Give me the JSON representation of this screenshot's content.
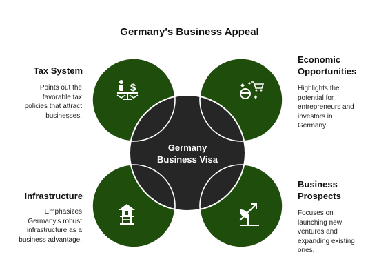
{
  "title": "Germany's Business Appeal",
  "center": {
    "line1": "Germany",
    "line2": "Business Visa"
  },
  "colors": {
    "quadrant": "#1f4d0b",
    "center": "#262626",
    "stroke": "#ffffff",
    "text": "#111111"
  },
  "items": [
    {
      "heading": "Tax System",
      "description_lines": [
        "Points out the",
        "favorable tax",
        "policies that attract",
        "businesses."
      ],
      "icon": "tax-scale-icon"
    },
    {
      "heading_lines": [
        "Economic",
        "Opportunities"
      ],
      "description_lines": [
        "Highlights the",
        "potential for",
        "entrepreneurs and",
        "investors in",
        "Germany."
      ],
      "icon": "entrepreneur-cart-icon"
    },
    {
      "heading": "Infrastructure",
      "description_lines": [
        "Emphasizes",
        "Germany's robust",
        "infrastructure as a",
        "business advantage."
      ],
      "icon": "building-icon"
    },
    {
      "heading_lines": [
        "Business",
        "Prospects"
      ],
      "description_lines": [
        "Focuses on",
        "launching new",
        "ventures and",
        "expanding existing",
        "ones."
      ],
      "icon": "growth-arrow-icon"
    }
  ]
}
